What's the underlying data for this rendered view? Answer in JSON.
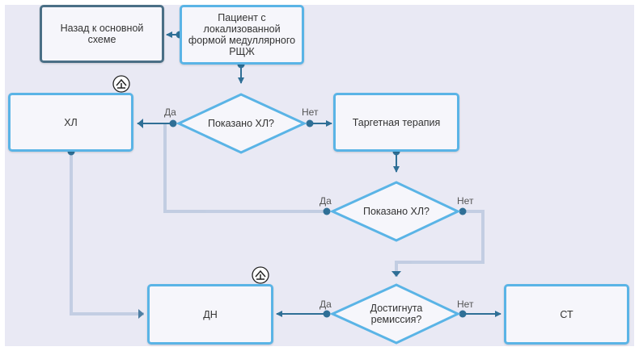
{
  "nodes": {
    "back": "Назад к основной схеме",
    "patient": "Пациент с локализованной формой медуллярного РЩЖ",
    "hl": "ХЛ",
    "targeted": "Таргетная терапия",
    "dn": "ДН",
    "st": "СТ"
  },
  "decisions": {
    "d1": "Показано ХЛ?",
    "d2": "Показано ХЛ?",
    "d3": "Достигнута ремиссия?"
  },
  "edge_labels": {
    "yes": "Да",
    "no": "Нет"
  },
  "colors": {
    "box_border": "#5ab4e6",
    "back_border": "#4a6f86",
    "connector": "#2f6f96",
    "background": "#e9e9f4"
  },
  "icons": [
    "surgery-icon",
    "surgery-icon"
  ]
}
